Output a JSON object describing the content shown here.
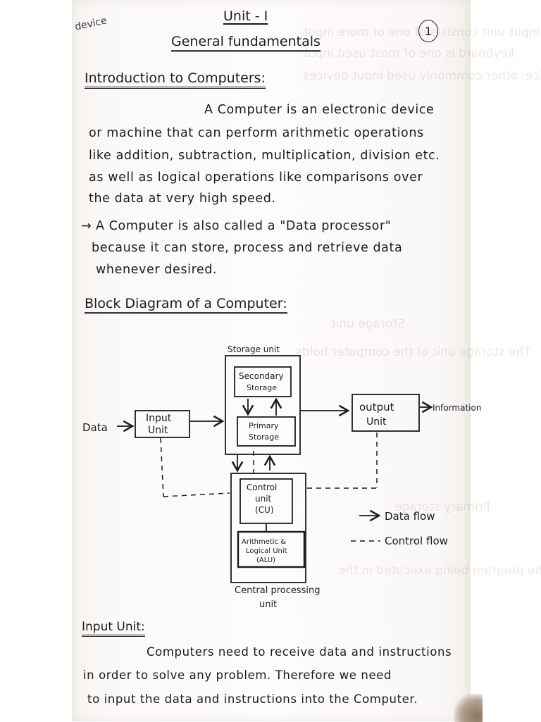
{
  "page": {
    "page_number": "1",
    "margin_note": "device",
    "header": {
      "unit": "Unit - I",
      "subject": "General fundamentals"
    }
  },
  "sections": {
    "intro": {
      "heading": "Introduction to Computers:",
      "lines": [
        "A Computer is an electronic device",
        "or machine that can perform arithmetic operations",
        "like addition, subtraction, multiplication, division etc.",
        "as well as logical operations like comparisons over",
        "the data at very high speed."
      ],
      "bullet": {
        "marker": "→",
        "lines": [
          "A Computer is also called a \"Data processor\"",
          "because it can store, process and retrieve data",
          "whenever desired."
        ]
      }
    },
    "block_diagram": {
      "heading": "Block Diagram of a Computer:",
      "labels": {
        "storage_unit": "Storage unit",
        "secondary_storage_1": "Secondary",
        "secondary_storage_2": "Storage",
        "primary_storage_1": "Primary",
        "primary_storage_2": "Storage",
        "input_unit_1": "Input",
        "input_unit_2": "Unit",
        "output_unit_1": "output",
        "output_unit_2": "Unit",
        "data_in": "Data",
        "information_out": "Information",
        "control_unit_1": "Control",
        "control_unit_2": "unit",
        "control_unit_3": "(CU)",
        "alu_1": "Arithmetic &",
        "alu_2": "Logical Unit",
        "alu_3": "(ALU)",
        "cpu_1": "Central processing",
        "cpu_2": "unit"
      },
      "legend": [
        {
          "style": "solid-arrow",
          "label": "Data flow"
        },
        {
          "style": "dashed",
          "label": "Control flow"
        }
      ]
    },
    "input_unit": {
      "heading": "Input Unit:",
      "lines": [
        "Computers need to receive data and instructions",
        "in order to solve any problem. Therefore we need",
        "to input the data and instructions into the Computer."
      ]
    }
  }
}
